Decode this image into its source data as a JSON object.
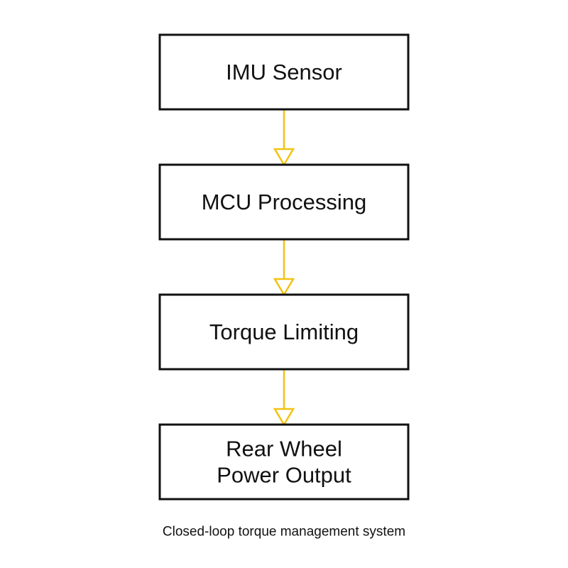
{
  "diagram": {
    "type": "flowchart",
    "direction": "top-to-bottom",
    "nodes": [
      {
        "id": "imu",
        "label_lines": [
          "IMU Sensor"
        ]
      },
      {
        "id": "mcu",
        "label_lines": [
          "MCU Processing"
        ]
      },
      {
        "id": "torque",
        "label_lines": [
          "Torque Limiting"
        ]
      },
      {
        "id": "output",
        "label_lines": [
          "Rear Wheel",
          "Power Output"
        ]
      }
    ],
    "edges": [
      {
        "from": "imu",
        "to": "mcu"
      },
      {
        "from": "mcu",
        "to": "torque"
      },
      {
        "from": "torque",
        "to": "output"
      }
    ],
    "caption": "Closed-loop torque management system",
    "colors": {
      "arrow": "#F2C314",
      "box_border": "#111111",
      "text": "#111111",
      "background": "#FFFFFF"
    }
  }
}
